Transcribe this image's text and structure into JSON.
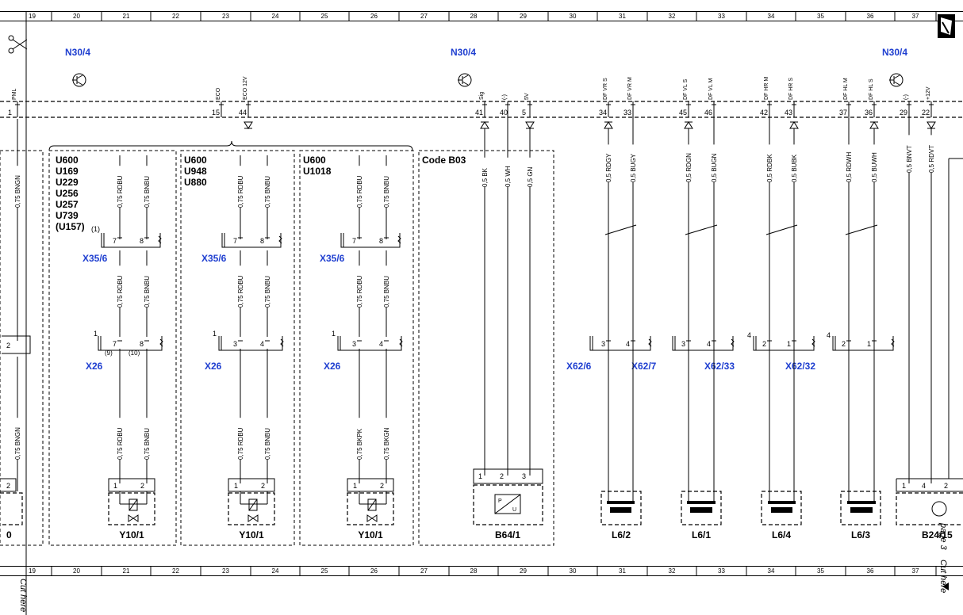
{
  "grid_columns": [
    "19",
    "20",
    "21",
    "22",
    "23",
    "24",
    "25",
    "26",
    "27",
    "28",
    "29",
    "30",
    "31",
    "32",
    "33",
    "34",
    "35",
    "36",
    "37"
  ],
  "cut_labels": {
    "left": "Cut here",
    "right": "Cut here"
  },
  "page_note": "page 3",
  "control_units": [
    {
      "id": "n30-left",
      "label": "N30/4"
    },
    {
      "id": "n30-mid",
      "label": "N30/4"
    },
    {
      "id": "n30-right",
      "label": "N30/4"
    }
  ],
  "connector_signals": [
    {
      "id": "pml",
      "signal": "PML",
      "pin": "1"
    },
    {
      "id": "eco",
      "signal": "ECO",
      "pin": "15"
    },
    {
      "id": "eco12",
      "signal": "ECO 12V",
      "pin": "44"
    },
    {
      "id": "sig",
      "signal": "Sig",
      "pin": "41"
    },
    {
      "id": "neg1",
      "signal": "(-)",
      "pin": "40"
    },
    {
      "id": "v5",
      "signal": "5V",
      "pin": "5"
    },
    {
      "id": "dfvrs",
      "signal": "DF VR S",
      "pin": "34"
    },
    {
      "id": "dfvrm",
      "signal": "DF VR M",
      "pin": "33"
    },
    {
      "id": "dfvls",
      "signal": "DF VL S",
      "pin": "45"
    },
    {
      "id": "dfvlm",
      "signal": "DF VL M",
      "pin": "46"
    },
    {
      "id": "dfhrm",
      "signal": "DF HR M",
      "pin": "42"
    },
    {
      "id": "dfhrs",
      "signal": "DF HR S",
      "pin": "43"
    },
    {
      "id": "dfhlm",
      "signal": "DF HL M",
      "pin": "37"
    },
    {
      "id": "dfhls",
      "signal": "DF HL S",
      "pin": "36"
    },
    {
      "id": "neg2",
      "signal": "(-)",
      "pin": "29"
    },
    {
      "id": "p12",
      "signal": "+12V",
      "pin": "22"
    }
  ],
  "wires": [
    {
      "id": "w-bngn",
      "label": "0,75 BNGN"
    },
    {
      "id": "w-bngn2",
      "label": "0,75 BNGN"
    },
    {
      "id": "w-g1-a",
      "label": "0,75 RDBU"
    },
    {
      "id": "w-g1-b",
      "label": "0,75 BNBU"
    },
    {
      "id": "w-g1-c",
      "label": "0,75 RDBU"
    },
    {
      "id": "w-g1-d",
      "label": "0,75 BNBU"
    },
    {
      "id": "w-g1-e",
      "label": "0,75 RDBU"
    },
    {
      "id": "w-g1-f",
      "label": "0,75 BNBU"
    },
    {
      "id": "w-g2-a",
      "label": "0,75 RDBU"
    },
    {
      "id": "w-g2-b",
      "label": "0,75 BNBU"
    },
    {
      "id": "w-g2-c",
      "label": "0,75 RDBU"
    },
    {
      "id": "w-g2-d",
      "label": "0,75 BNBU"
    },
    {
      "id": "w-g2-e",
      "label": "0,75 RDBU"
    },
    {
      "id": "w-g2-f",
      "label": "0,75 BNBU"
    },
    {
      "id": "w-g3-a",
      "label": "0,75 RDBU"
    },
    {
      "id": "w-g3-b",
      "label": "0,75 BNBU"
    },
    {
      "id": "w-g3-c",
      "label": "0,75 RDBU"
    },
    {
      "id": "w-g3-d",
      "label": "0,75 BNBU"
    },
    {
      "id": "w-g3-e",
      "label": "0,75 BKPK"
    },
    {
      "id": "w-g3-f",
      "label": "0,75 BKGN"
    },
    {
      "id": "w-bk",
      "label": "0,5 BK"
    },
    {
      "id": "w-wh",
      "label": "0,5 WH"
    },
    {
      "id": "w-gn",
      "label": "0,5 GN"
    },
    {
      "id": "w-rdgy",
      "label": "0,5 RDGY"
    },
    {
      "id": "w-bugy",
      "label": "0,5 BUGY"
    },
    {
      "id": "w-rdgn",
      "label": "0,5 RDGN"
    },
    {
      "id": "w-bugn",
      "label": "0,5 BUGN"
    },
    {
      "id": "w-rdbk",
      "label": "0,5 RDBK"
    },
    {
      "id": "w-bubk",
      "label": "0,5 BUBK"
    },
    {
      "id": "w-rdwh",
      "label": "0,5 RDWH"
    },
    {
      "id": "w-buwh",
      "label": "0,5 BUWH"
    },
    {
      "id": "w-bnvt",
      "label": "0,5 BNVT"
    },
    {
      "id": "w-rdvt",
      "label": "0,5 RDVT"
    }
  ],
  "variant_groups": [
    {
      "id": "g1",
      "codes": [
        "U600",
        "U169",
        "U229",
        "U256",
        "U257",
        "U739",
        "(U157)"
      ]
    },
    {
      "id": "g2",
      "codes": [
        "U600",
        "U948",
        "U880"
      ]
    },
    {
      "id": "g3",
      "codes": [
        "U600",
        "U1018"
      ]
    },
    {
      "id": "g4",
      "codes": [
        "Code B03"
      ]
    }
  ],
  "connectors": {
    "x35_label": "X35/6",
    "x26_label": "X26",
    "x62": [
      "X62/6",
      "X62/7",
      "X62/33",
      "X62/32"
    ],
    "g1_x35_pins": [
      "7",
      "8"
    ],
    "g1_x35_note": "(1)",
    "g1_x26_pins": [
      "7",
      "8"
    ],
    "g1_x26_notes": [
      "(9)",
      "(10)"
    ],
    "g1_x26_prefix": "1",
    "g23_x35_pins": [
      "7",
      "8"
    ],
    "g23_x26_pins": [
      "3",
      "4"
    ],
    "g23_x26_prefix": "1",
    "x62_a_pins": [
      "3",
      "4"
    ],
    "x62_b_pins": [
      "2",
      "1"
    ],
    "x62_b_prefix": "4",
    "left_pin": "2"
  },
  "components": {
    "valves": [
      "Y10/1",
      "Y10/1",
      "Y10/1"
    ],
    "valve_pins": [
      "1",
      "2"
    ],
    "sensor": {
      "label": "B64/1",
      "pins": [
        "1",
        "2",
        "3"
      ],
      "symbol": "P U"
    },
    "coils": [
      "L6/2",
      "L6/1",
      "L6/4",
      "L6/3"
    ],
    "right_component": {
      "label": "B24/15",
      "pins": [
        "1",
        "4",
        "2"
      ]
    },
    "left_component": {
      "label": "0",
      "pin": "2"
    }
  },
  "icons": [
    "scissors-icon",
    "transistor-icon",
    "book-icon",
    "arrow-icon"
  ]
}
